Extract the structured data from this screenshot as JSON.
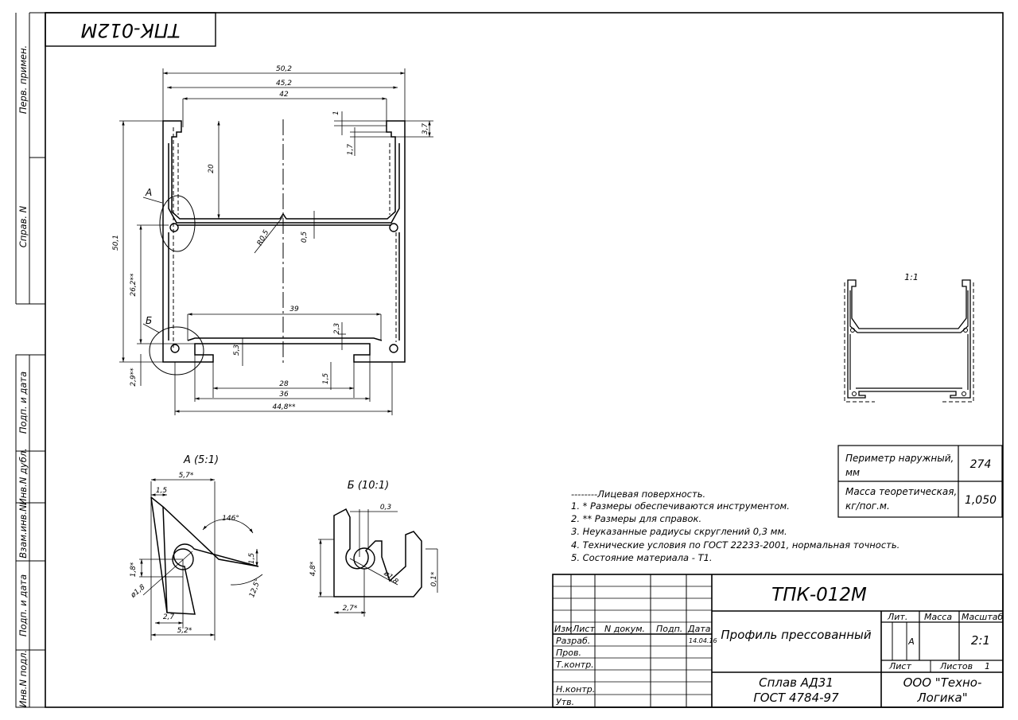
{
  "stamp": "ТПК-012М",
  "left_strip": [
    "Перв. примен.",
    "Справ. N",
    "Подп. и дата",
    "Инв.N дубл.",
    "Взам.инв.N",
    "Подп. и дата",
    "Инв.N подл."
  ],
  "dimensions": {
    "main": [
      "50,2",
      "45,2",
      "42",
      "1",
      "3,7",
      "1,7",
      "20",
      "50,1",
      "26,2**",
      "2,9**",
      "R0,5",
      "0,5",
      "39",
      "2,3",
      "5,3",
      "1,5",
      "28",
      "36",
      "44,8**"
    ],
    "view_labels": [
      "А",
      "Б"
    ],
    "detail_a": [
      "А (5:1)",
      "5,7*",
      "1,5",
      "146°",
      "1,8*",
      "1,5",
      "12,5°",
      "ø1,8",
      "2,7",
      "5,2*"
    ],
    "detail_b": [
      "Б (10:1)",
      "0,3",
      "4,8*",
      "ø1,8",
      "0,1*",
      "2,7*"
    ],
    "small_scale": "1:1"
  },
  "properties": [
    {
      "label": "Периметр наружный, мм",
      "value": "274"
    },
    {
      "label": "Масса теоретическая, кг/пог.м.",
      "value": "1,050"
    }
  ],
  "notes": [
    "--------Лицевая поверхность.",
    "1. * Размеры обеспечиваются инструментом.",
    "2. ** Размеры для справок.",
    "3. Неуказанные радиусы скруглений 0,3 мм.",
    "4. Технические условия по ГОСТ 22233-2001, нормальная точность.",
    "5. Состояние материала - Т1."
  ],
  "title_block": {
    "designation": "ТПК-012М",
    "name": "Профиль прессованный",
    "material_line1": "Сплав АД31",
    "material_line2": "ГОСТ 4784-97",
    "company_line1": "ООО \"Техно-",
    "company_line2": "Логика\"",
    "header_cols": [
      "Изм",
      "Лист",
      "N докум.",
      "Подп.",
      "Дата"
    ],
    "date": "14.04.16",
    "roles": [
      "Разраб.",
      "Пров.",
      "Т.контр.",
      "Н.контр.",
      "Утв."
    ],
    "lit_label": "Лит.",
    "lit_value": "А",
    "mass_label": "Масса",
    "scale_label": "Масштаб",
    "scale_value": "2:1",
    "sheet_label": "Лист",
    "sheets_label": "Листов",
    "sheets_value": "1"
  }
}
